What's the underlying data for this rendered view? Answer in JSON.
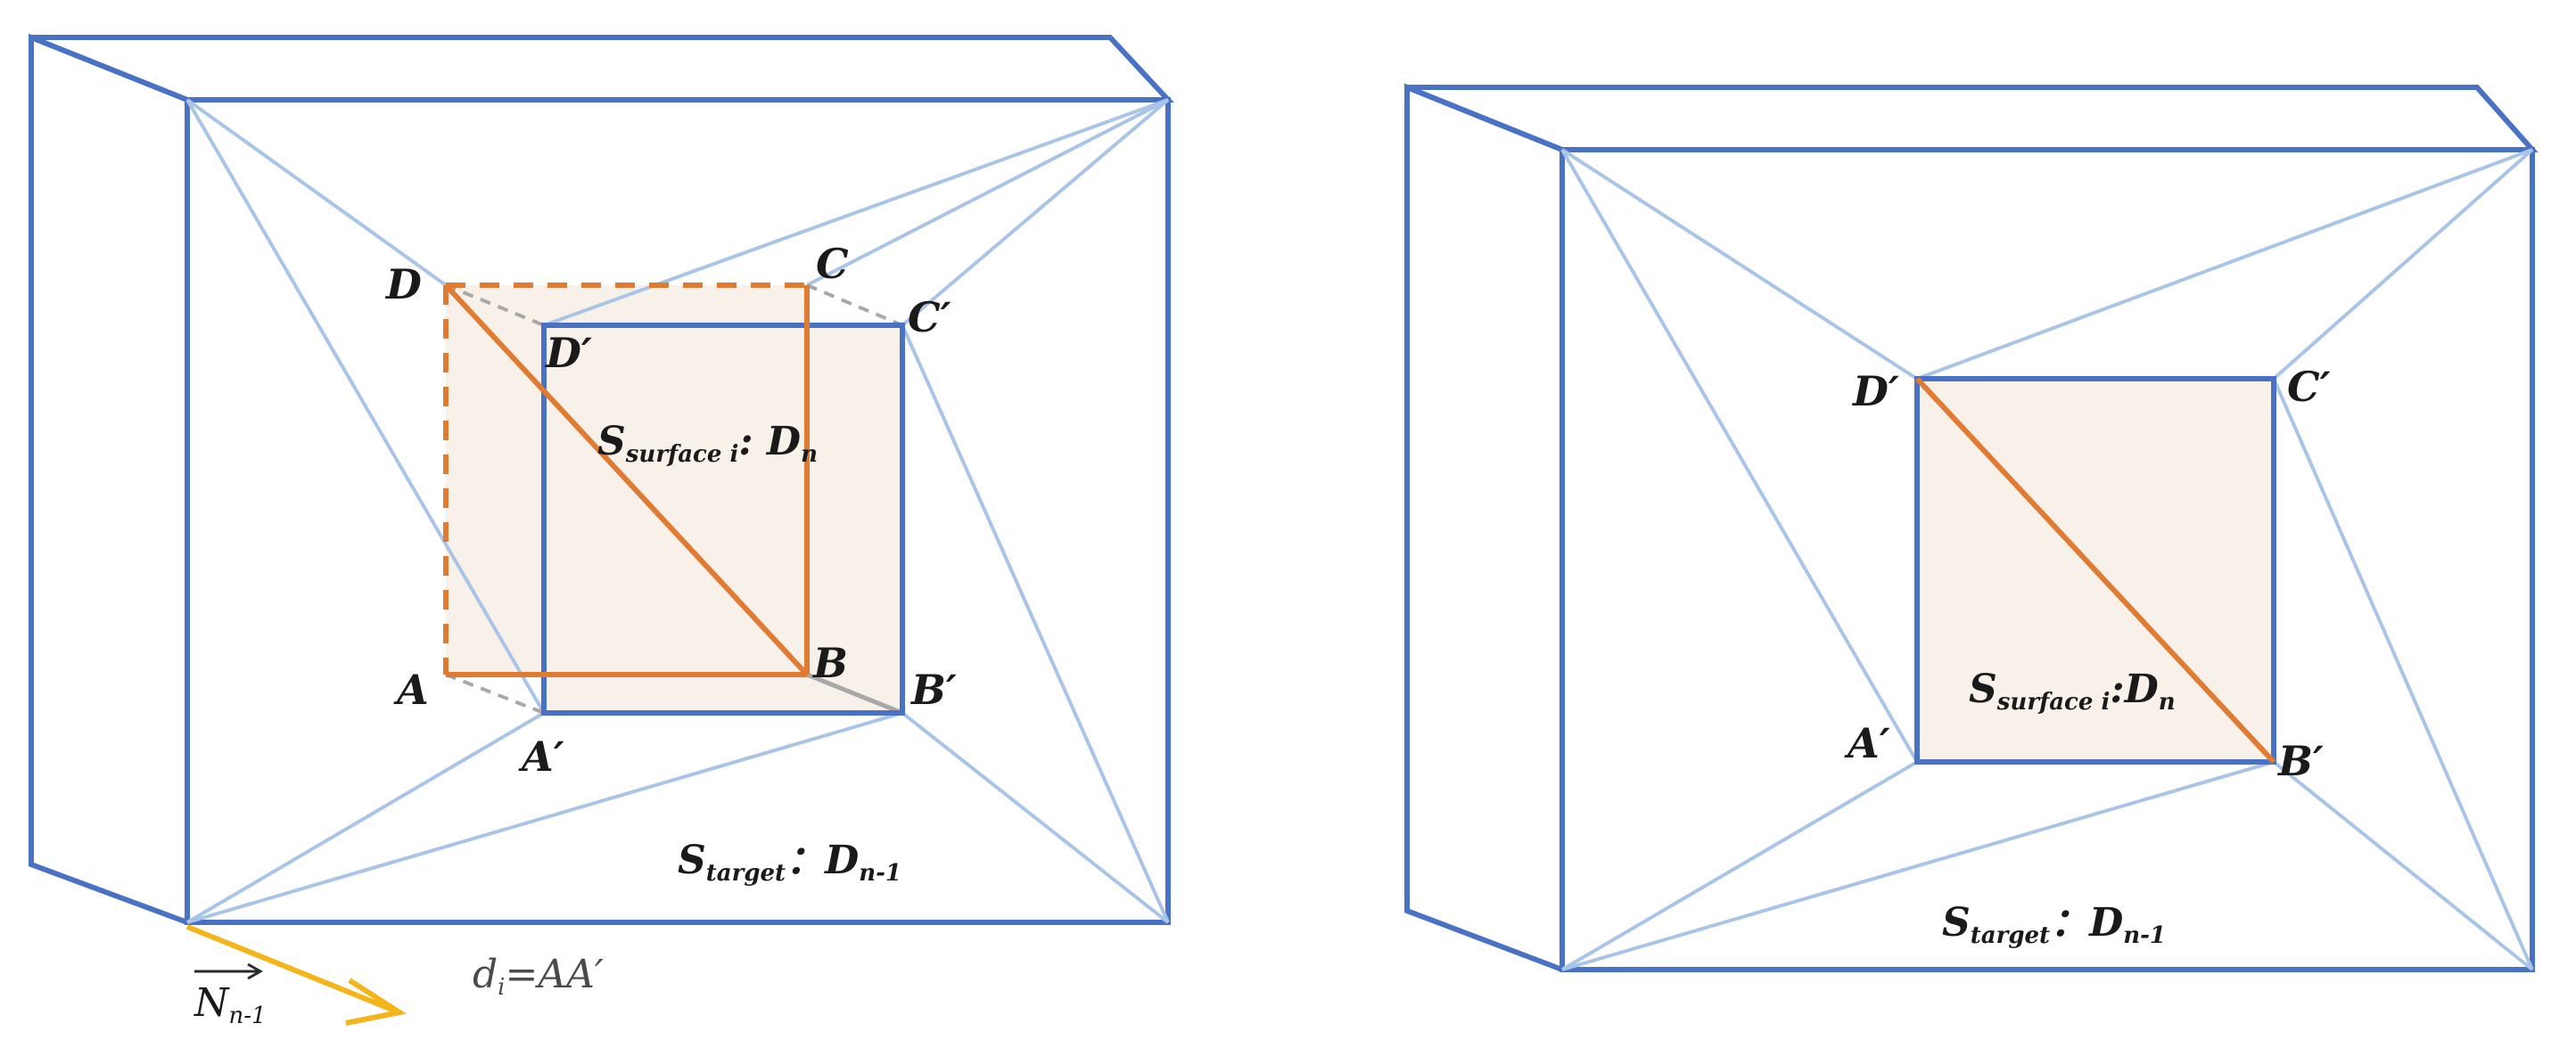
{
  "left_figure": {
    "vertices": {
      "A": "A",
      "B": "B",
      "C": "C",
      "D": "D",
      "A_prime": "A′",
      "B_prime": "B′",
      "C_prime": "C′",
      "D_prime": "D′"
    },
    "surface_label": {
      "main": "S",
      "subscript": "surface i",
      "suffix": ": D",
      "suffix_sub": "n"
    },
    "target_label": {
      "main": "S",
      "subscript": "target",
      "suffix": "：D",
      "suffix_sub": "n-1"
    },
    "normal_label": {
      "main": "N",
      "subscript": "n-1"
    },
    "distance_label": {
      "main": "d",
      "subscript": "i",
      "suffix": "=AA′"
    }
  },
  "right_figure": {
    "vertices": {
      "A_prime": "A′",
      "B_prime": "B′",
      "C_prime": "C′",
      "D_prime": "D′"
    },
    "surface_label": {
      "main": "S",
      "subscript": "surface i",
      "suffix": ":D",
      "suffix_sub": "n"
    },
    "target_label": {
      "main": "S",
      "subscript": "target",
      "suffix": "：D",
      "suffix_sub": "n-1"
    }
  },
  "colors": {
    "frame": "#4a72c4",
    "triangulation": "#a9c4e6",
    "diagonal": "#e07b34",
    "surface_fill": "#f8f1ea",
    "projection": "#a8a8a8",
    "normal_arrow": "#f3b41c"
  }
}
